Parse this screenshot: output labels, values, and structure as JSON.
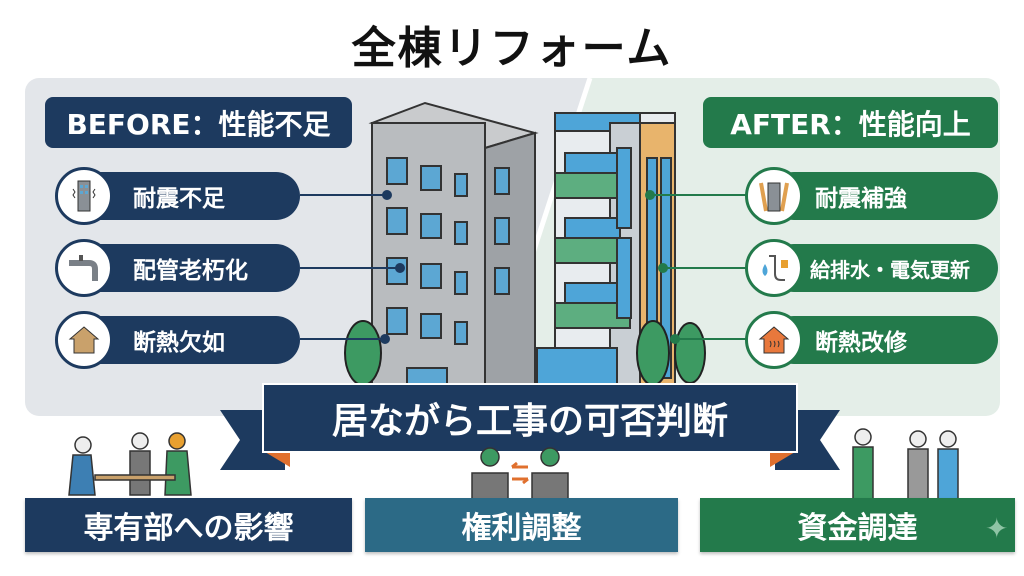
{
  "title": "全棟リフォーム",
  "before": {
    "label": "BEFORE：性能不足",
    "items": [
      {
        "label": "耐震不足",
        "icon": "cracked-building-icon"
      },
      {
        "label": "配管老朽化",
        "icon": "faucet-pipe-icon"
      },
      {
        "label": "断熱欠如",
        "icon": "house-icon"
      }
    ]
  },
  "after": {
    "label": "AFTER：性能向上",
    "items": [
      {
        "label": "耐震補強",
        "icon": "reinforced-building-icon"
      },
      {
        "label": "給排水・電気更新",
        "icon": "water-plug-icon"
      },
      {
        "label": "断熱改修",
        "icon": "heated-house-icon"
      }
    ]
  },
  "banner": "居ながら工事の可否判断",
  "bottom": [
    {
      "label": "専有部への影響"
    },
    {
      "label": "権利調整"
    },
    {
      "label": "資金調達"
    }
  ],
  "colors": {
    "navy": "#1d3a5f",
    "green": "#237a4b",
    "teal": "#2c6a86",
    "orange": "#e0702e"
  }
}
